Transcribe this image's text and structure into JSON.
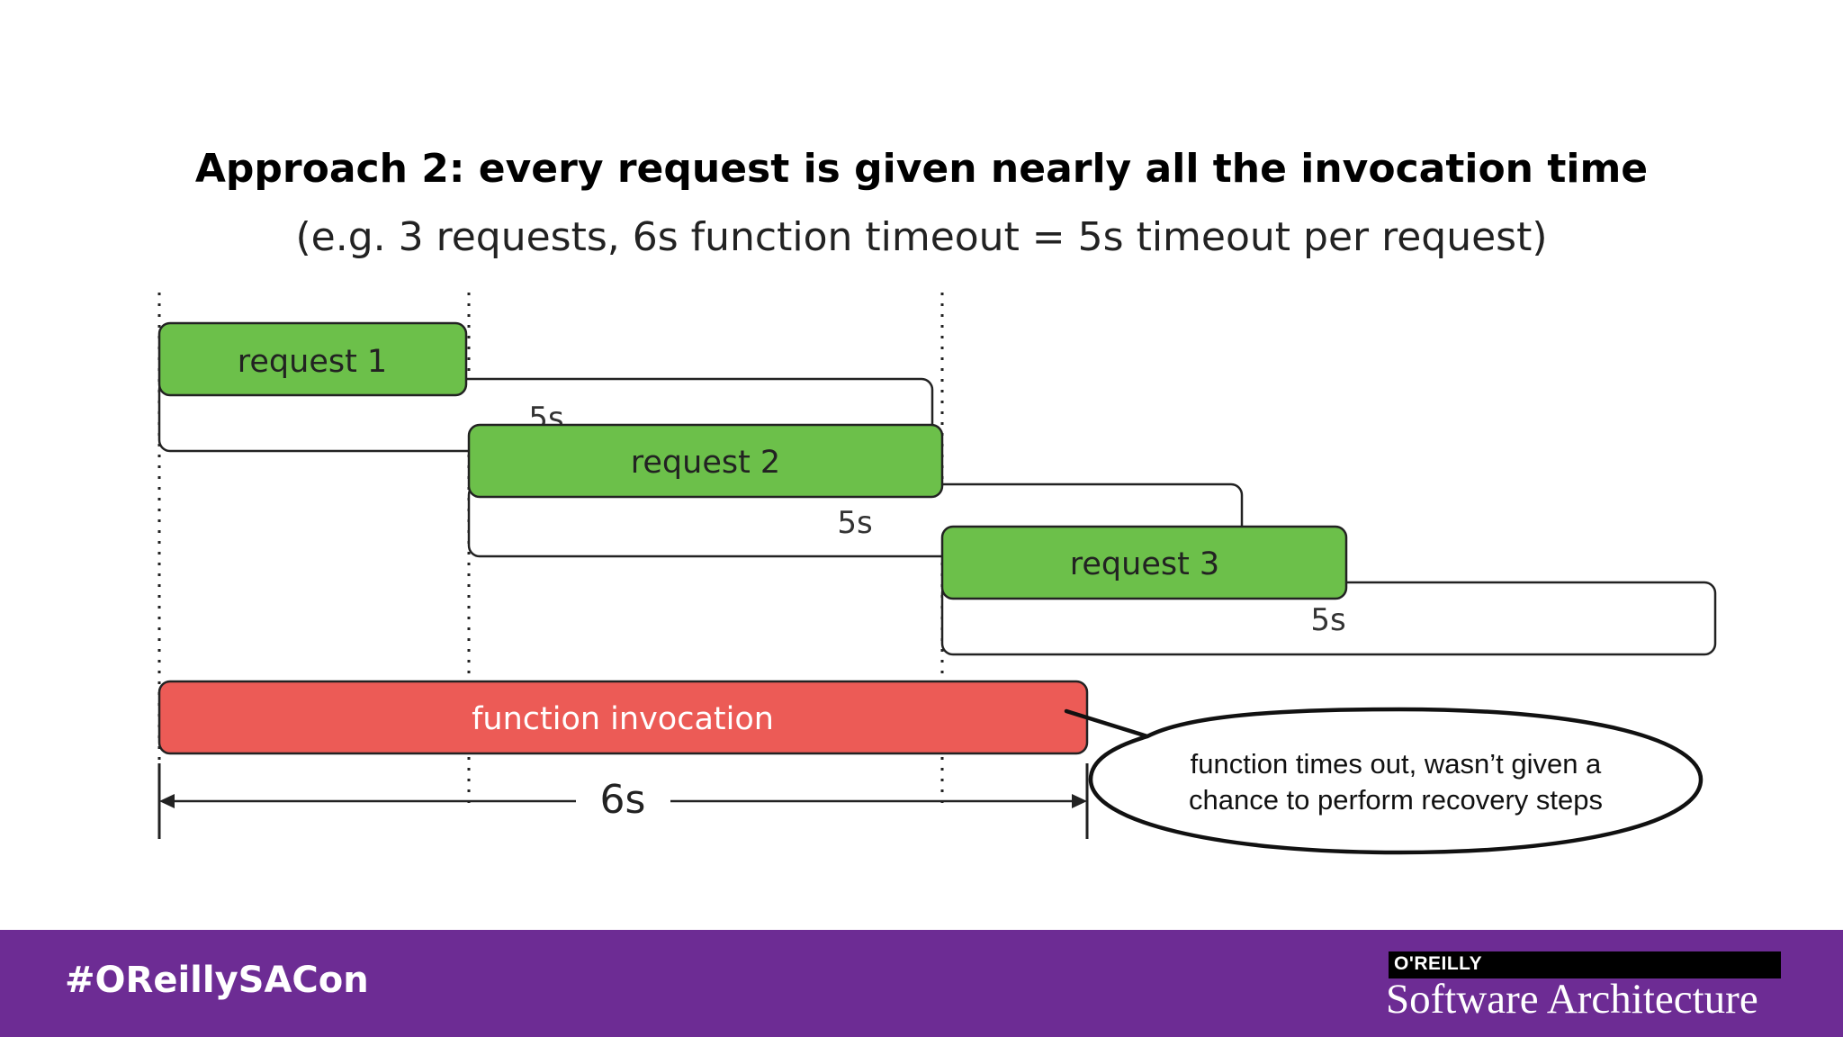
{
  "slide": {
    "title": "Approach 2: every request is given nearly all the invocation time",
    "subtitle": "(e.g. 3 requests, 6s function timeout = 5s timeout per request)"
  },
  "diagram": {
    "requests": [
      {
        "label": "request 1",
        "timeout_label": "5s"
      },
      {
        "label": "request 2",
        "timeout_label": "5s"
      },
      {
        "label": "request 3",
        "timeout_label": "5s"
      }
    ],
    "invocation_label": "function invocation",
    "duration_label": "6s",
    "callout": {
      "line1": "function times out, wasn’t given a",
      "line2": "chance to perform recovery steps"
    },
    "colors": {
      "request_fill": "#6cc04a",
      "invocation_fill": "#ec5b56",
      "footer": "#6d2c94"
    }
  },
  "footer": {
    "hashtag": "#OReillySACon",
    "brand_logo": "O'REILLY",
    "brand_name": "Software Architecture"
  }
}
